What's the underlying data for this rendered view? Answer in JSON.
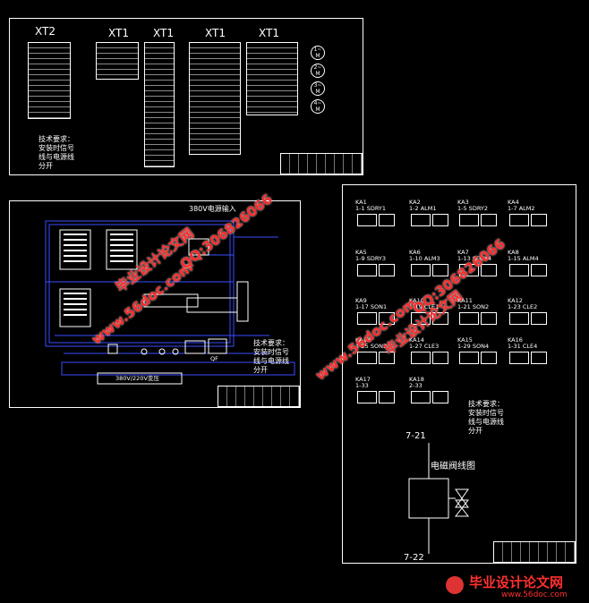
{
  "sheet1": {
    "headers": [
      "XT2",
      "XT1",
      "XT1",
      "XT1",
      "XT1"
    ],
    "tech": [
      "技术要求：",
      "安装时信号",
      "线与电源线",
      "分开"
    ]
  },
  "sheet2": {
    "top_label": "380V电源输入",
    "bottom_label": "380V/220V变压",
    "tech": [
      "技术要求：",
      "安装时信号",
      "线与电源线",
      "分开"
    ],
    "qf": "QF"
  },
  "sheet3": {
    "relays": [
      {
        "id": "KA1",
        "a": "1-1",
        "b": "SDRY1"
      },
      {
        "id": "KA2",
        "a": "1-2",
        "b": "ALM1"
      },
      {
        "id": "KA3",
        "a": "1-5",
        "b": "SDRY2"
      },
      {
        "id": "KA4",
        "a": "1-7",
        "b": "ALM2"
      },
      {
        "id": "KA5",
        "a": "1-9",
        "b": "SDRY3"
      },
      {
        "id": "KA6",
        "a": "1-10",
        "b": "ALM3"
      },
      {
        "id": "KA7",
        "a": "1-13",
        "b": "SDRY4"
      },
      {
        "id": "KA8",
        "a": "1-15",
        "b": "ALM4"
      },
      {
        "id": "KA9",
        "a": "1-17",
        "b": "SON1"
      },
      {
        "id": "KA10",
        "a": "1-19",
        "b": "CLE1"
      },
      {
        "id": "KA11",
        "a": "1-21",
        "b": "SON2"
      },
      {
        "id": "KA12",
        "a": "1-23",
        "b": "CLE2"
      },
      {
        "id": "KA13",
        "a": "1-25",
        "b": "SON3"
      },
      {
        "id": "KA14",
        "a": "1-27",
        "b": "CLE3"
      },
      {
        "id": "KA15",
        "a": "1-29",
        "b": "SON4"
      },
      {
        "id": "KA16",
        "a": "1-31",
        "b": "CLE4"
      },
      {
        "id": "KA17",
        "a": "1-33",
        "b": ""
      },
      {
        "id": "KA18",
        "a": "2-33",
        "b": ""
      }
    ],
    "tech": [
      "技术要求：",
      "安装时信号",
      "线与电源线",
      "分开"
    ],
    "valve_top": "7-21",
    "valve_title": "电磁阀线图",
    "valve_bottom": "7-22"
  },
  "watermarks": {
    "site": "www.56doc.com",
    "brand": "毕业设计论文网",
    "qq": "QQ:306826066"
  },
  "footer": {
    "brand": "毕业设计论文网",
    "url": "www.56doc.com"
  }
}
